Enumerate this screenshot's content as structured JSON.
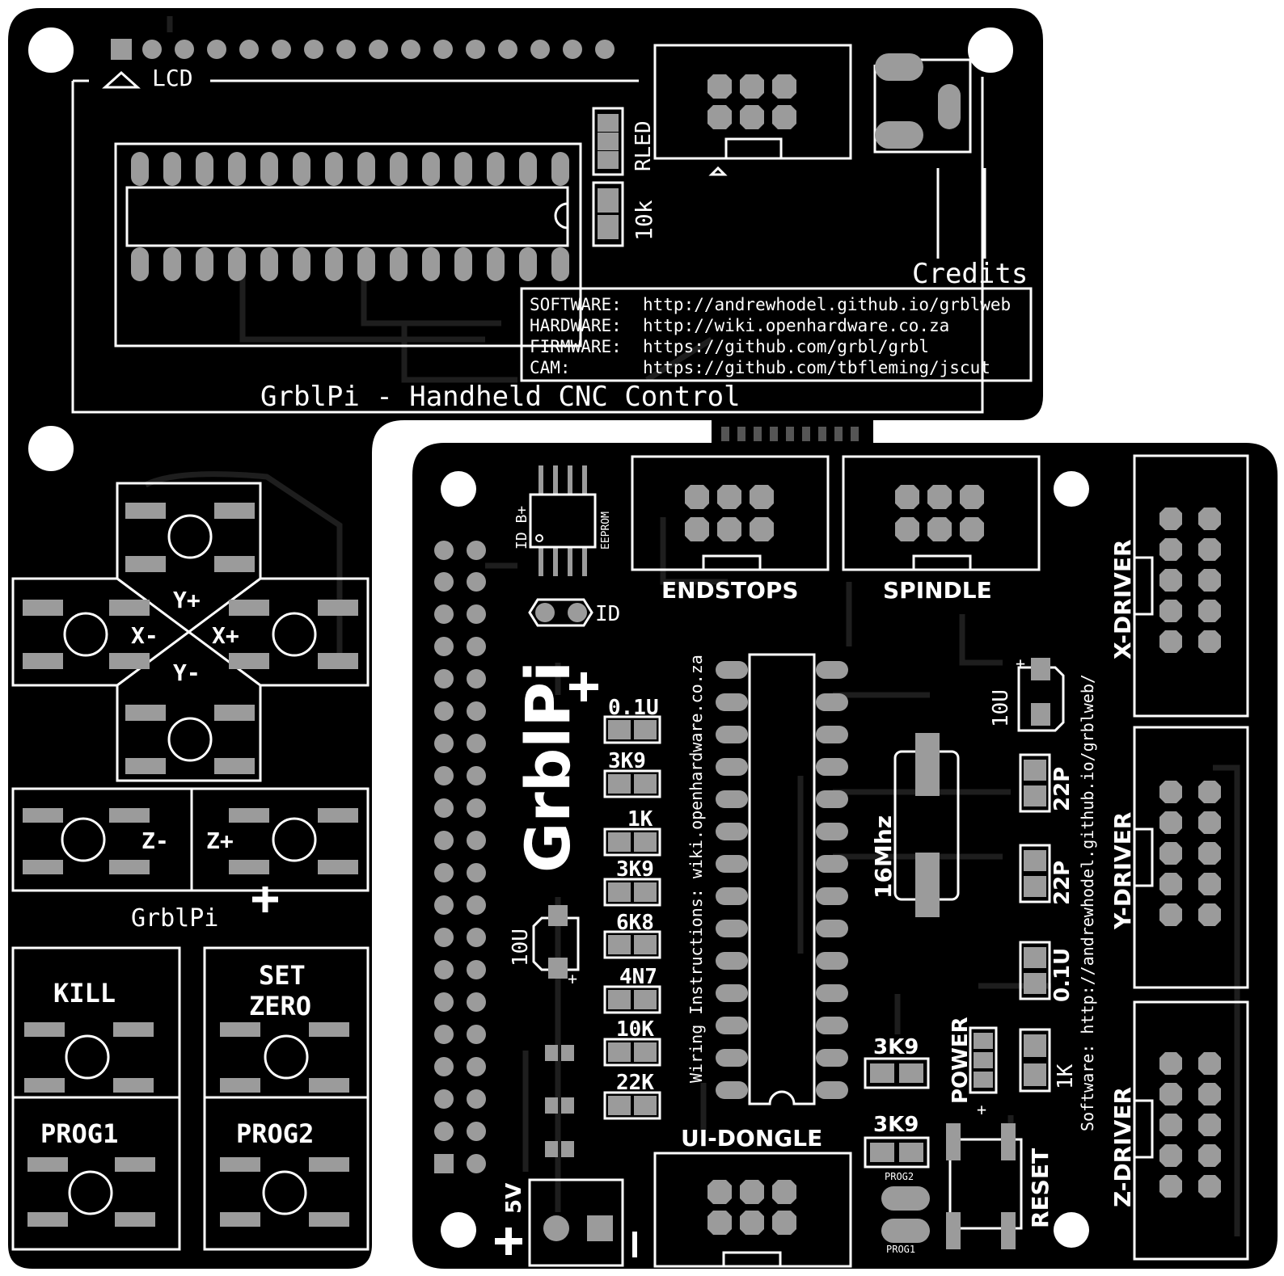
{
  "colors": {
    "board": "#000000",
    "silk": "#ffffff",
    "pad": "#9b9b9b",
    "trace": "#1e1e1e"
  },
  "top_board": {
    "lcd_label": "LCD",
    "rled_label": "RLED",
    "r10k_label": "10k",
    "credits_title": "Credits",
    "credits": [
      {
        "key": "SOFTWARE:",
        "url": "http://andrewhodel.github.io/grblweb"
      },
      {
        "key": "HARDWARE:",
        "url": "http://wiki.openhardware.co.za"
      },
      {
        "key": "FIRMWARE:",
        "url": "https://github.com/grbl/grbl"
      },
      {
        "key": "CAM:",
        "url": "https://github.com/tbfleming/jscut"
      }
    ],
    "board_title": "GrblPi - Handheld CNC Control"
  },
  "left_board": {
    "jog": {
      "y_plus": "Y+",
      "y_minus": "Y-",
      "x_minus": "X-",
      "x_plus": "X+",
      "z_minus": "Z-",
      "z_plus": "Z+"
    },
    "brand": "GrblPi",
    "buttons": {
      "kill": "KILL",
      "set_zero_1": "SET",
      "set_zero_2": "ZERO",
      "prog1": "PROG1",
      "prog2": "PROG2"
    }
  },
  "main_board": {
    "id_chip_label": "ID B+",
    "eeprom_label": "EEPROM",
    "id_label": "ID",
    "brand": "GrblPi",
    "endstops": "ENDSTOPS",
    "spindle": "SPINDLE",
    "x_driver": "X-DRIVER",
    "y_driver": "Y-DRIVER",
    "z_driver": "Z-DRIVER",
    "wiring": "Wiring Instructions:  wiki.openhardware.co.za",
    "software": "Software: http://andrewhodel.github.io/grblweb/",
    "crystal": "16Mhz",
    "cap_10u_top": "10U",
    "cap_10u_left": "10U",
    "cap_22p_1": "22P",
    "cap_22p_2": "22P",
    "cap_01u_right": "0.1U",
    "res_labels": [
      "0.1U",
      "3K9",
      "1K",
      "3K9",
      "6K8",
      "4N7",
      "10K",
      "22K"
    ],
    "r3k9_a": "3K9",
    "r3k9_b": "3K9",
    "r1k": "1K",
    "power": "POWER",
    "reset": "RESET",
    "ui_dongle": "UI-DONGLE",
    "prog2_small": "PROG2",
    "prog1_small": "PROG1",
    "five_v": "5V",
    "plus": "+",
    "minus": "-"
  }
}
